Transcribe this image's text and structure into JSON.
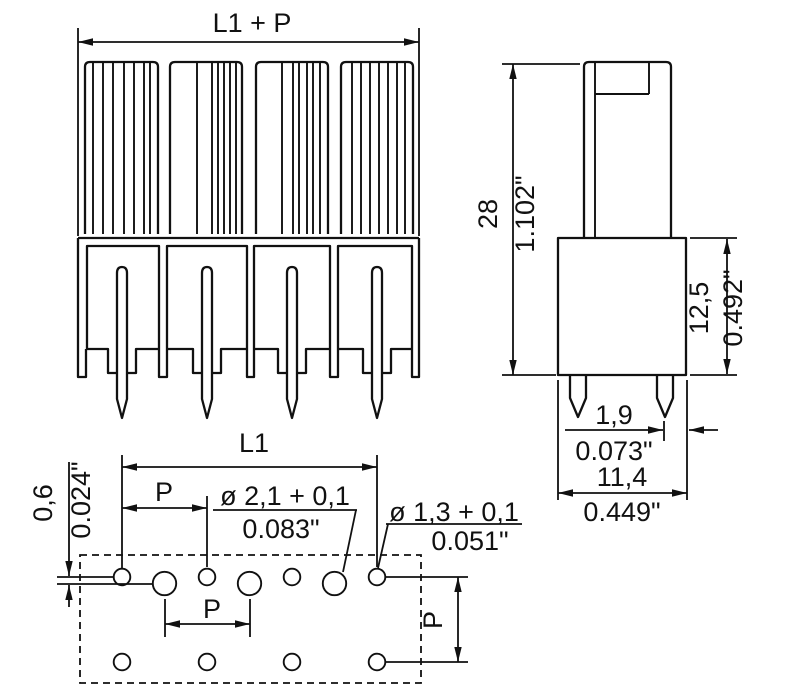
{
  "drawing": {
    "description": "Technical dimension drawing of a PCB terminal / header connector with front view, side view and PCB drilling plan",
    "colors": {
      "line": "#111111",
      "background": "#ffffff"
    },
    "front_view": {
      "overall_width": "L1 + P"
    },
    "side_view": {
      "total_height_mm": "28",
      "total_height_in": "1.102\"",
      "base_height_mm": "12,5",
      "base_height_in": "0.492\"",
      "pin_width_mm": "1,9",
      "pin_width_in": "0.073\"",
      "base_depth_mm": "11,4",
      "base_depth_in": "0.449\""
    },
    "drill_plan": {
      "row_length": "L1",
      "pitch_top": "P",
      "pitch_mid": "P",
      "pitch_vertical": "P",
      "hole_large_mm": "ø 2,1 + 0,1",
      "hole_large_in": "0.083\"",
      "hole_small_mm": "ø 1,3 + 0,1",
      "hole_small_in": "0.051\"",
      "row_offset_mm": "0,6",
      "row_offset_in": "0.024\""
    }
  }
}
